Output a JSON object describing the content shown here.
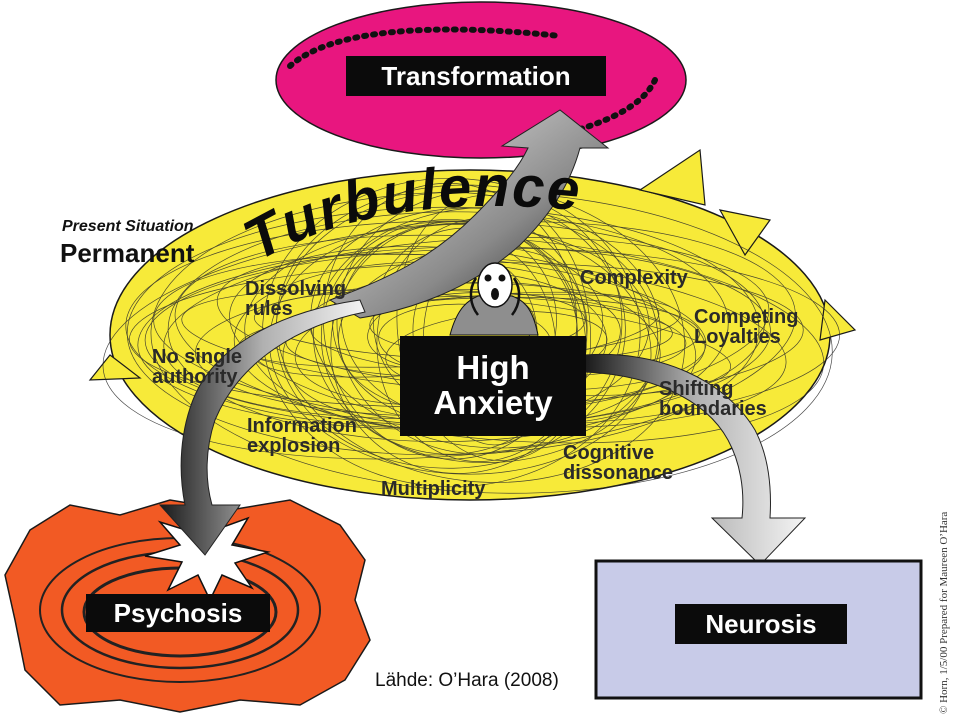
{
  "top": {
    "transformation": "Transformation"
  },
  "situation": {
    "present_label": "Present Situation",
    "permanent_label": "Permanent"
  },
  "turbulence": {
    "word": "Turbulence"
  },
  "center": {
    "high_anxiety": "High\nAnxiety"
  },
  "factors": {
    "dissolving_rules": "Dissolving\nrules",
    "no_single_authority": "No single\nauthority",
    "information_explosion": "Information\nexplosion",
    "multiplicity": "Multiplicity",
    "complexity": "Complexity",
    "competing_loyalties": "Competing\nLoyalties",
    "shifting_boundaries": "Shifting\nboundaries",
    "cognitive_dissonance": "Cognitive\ndissonance"
  },
  "outcomes": {
    "psychosis": "Psychosis",
    "neurosis": "Neurosis"
  },
  "source": "Lähde: O’Hara (2008)",
  "credit": "© Horn, 1/5/00   Prepared for Maureen O’Hara",
  "colors": {
    "magenta": "#e8167f",
    "yellow": "#f7ea39",
    "orange": "#f25a24",
    "lavender": "#c8cbe8",
    "black": "#0b0b0b"
  },
  "icons": [
    "scream-face-icon",
    "starburst-icon",
    "arrow-up-icon",
    "arrow-left-down-icon",
    "arrow-right-down-icon"
  ]
}
